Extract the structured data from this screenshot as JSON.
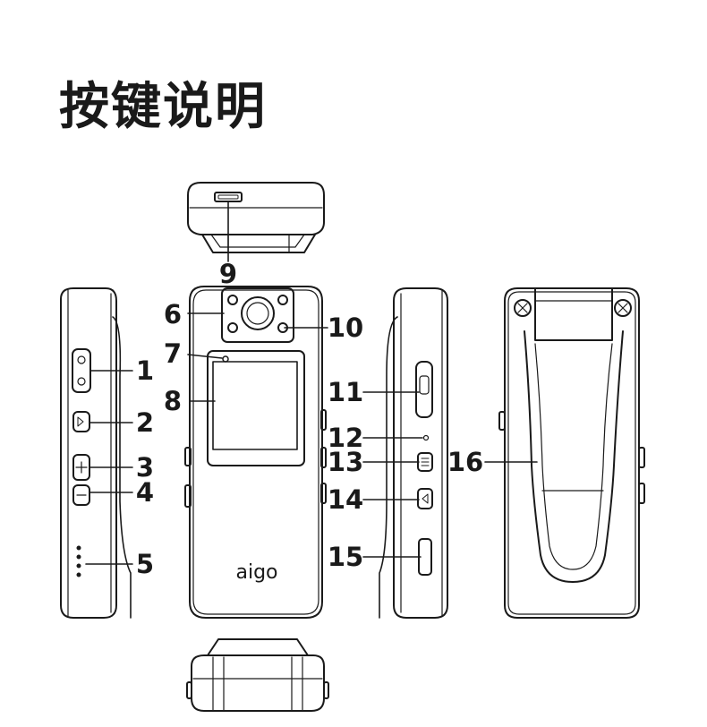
{
  "title": "按键说明",
  "brand": "aigo",
  "callouts": [
    "1",
    "2",
    "3",
    "4",
    "5",
    "6",
    "7",
    "8",
    "9",
    "10",
    "11",
    "12",
    "13",
    "14",
    "15",
    "16"
  ],
  "colors": {
    "ink": "#1a1a1a",
    "paper": "#ffffff"
  }
}
